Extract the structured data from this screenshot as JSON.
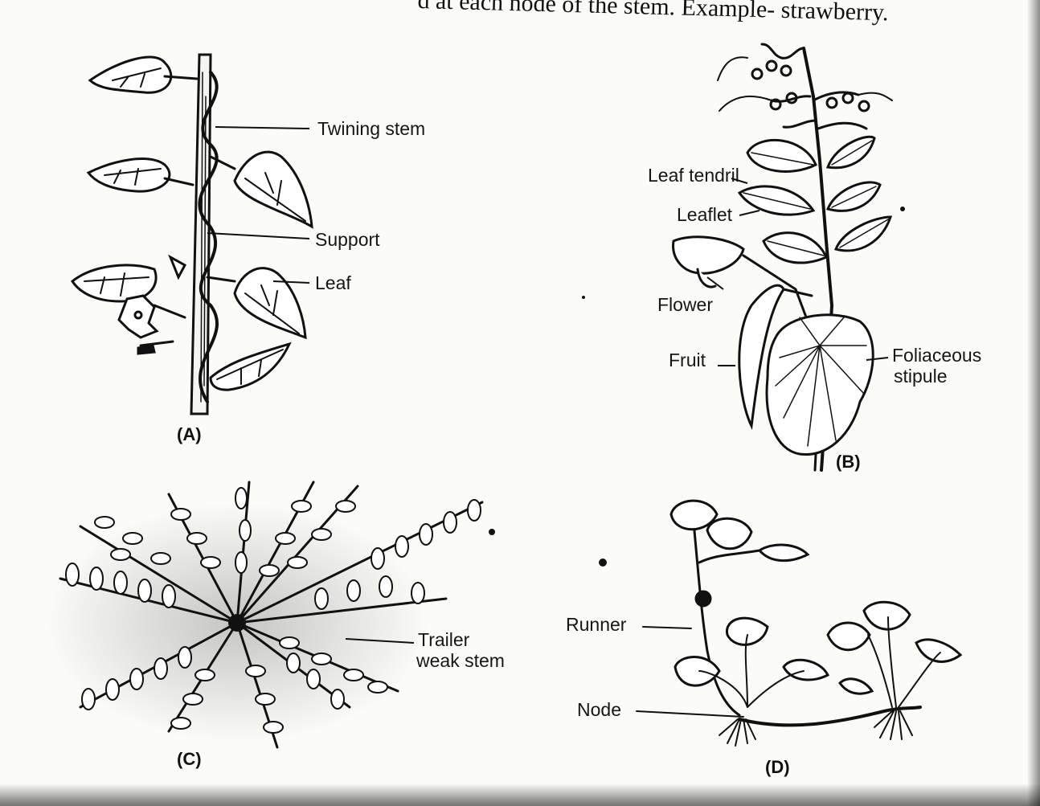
{
  "header_text": "d at each node of the stem. Example- strawberry.",
  "figures": [
    {
      "caption": "(A)",
      "labels": [
        "Twining stem",
        "Support",
        "Leaf"
      ]
    },
    {
      "caption": "(B)",
      "labels": [
        "Leaf tendril",
        "Leaflet",
        "Flower",
        "Fruit",
        "Foliaceous",
        "stipule"
      ]
    },
    {
      "caption": "(C)",
      "labels": [
        "Trailer",
        "weak stem"
      ]
    },
    {
      "caption": "(D)",
      "labels": [
        "Runner",
        "Node"
      ]
    }
  ]
}
